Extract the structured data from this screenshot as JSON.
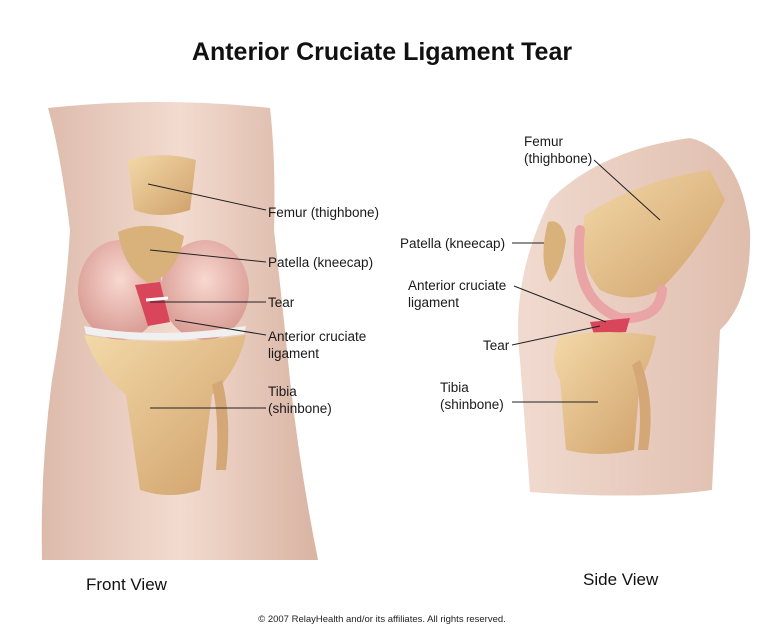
{
  "title": "Anterior Cruciate Ligament Tear",
  "front_view": {
    "caption": "Front View",
    "labels": {
      "femur": "Femur (thighbone)",
      "patella": "Patella (kneecap)",
      "tear": "Tear",
      "acl_line1": "Anterior cruciate",
      "acl_line2": "ligament",
      "tibia_line1": "Tibia",
      "tibia_line2": "(shinbone)"
    }
  },
  "side_view": {
    "caption": "Side View",
    "labels": {
      "femur_line1": "Femur",
      "femur_line2": "(thighbone)",
      "patella": "Patella (kneecap)",
      "acl_line1": "Anterior cruciate",
      "acl_line2": "ligament",
      "tear": "Tear",
      "tibia_line1": "Tibia",
      "tibia_line2": "(shinbone)"
    }
  },
  "copyright": "© 2007 RelayHealth and/or its affiliates.  All rights reserved.",
  "colors": {
    "skin": "#e8c9b8",
    "bone": "#e8c48e",
    "cartilage": "#f2b8b8",
    "ligament_tear": "#d9455a",
    "leader_line": "#222222"
  }
}
